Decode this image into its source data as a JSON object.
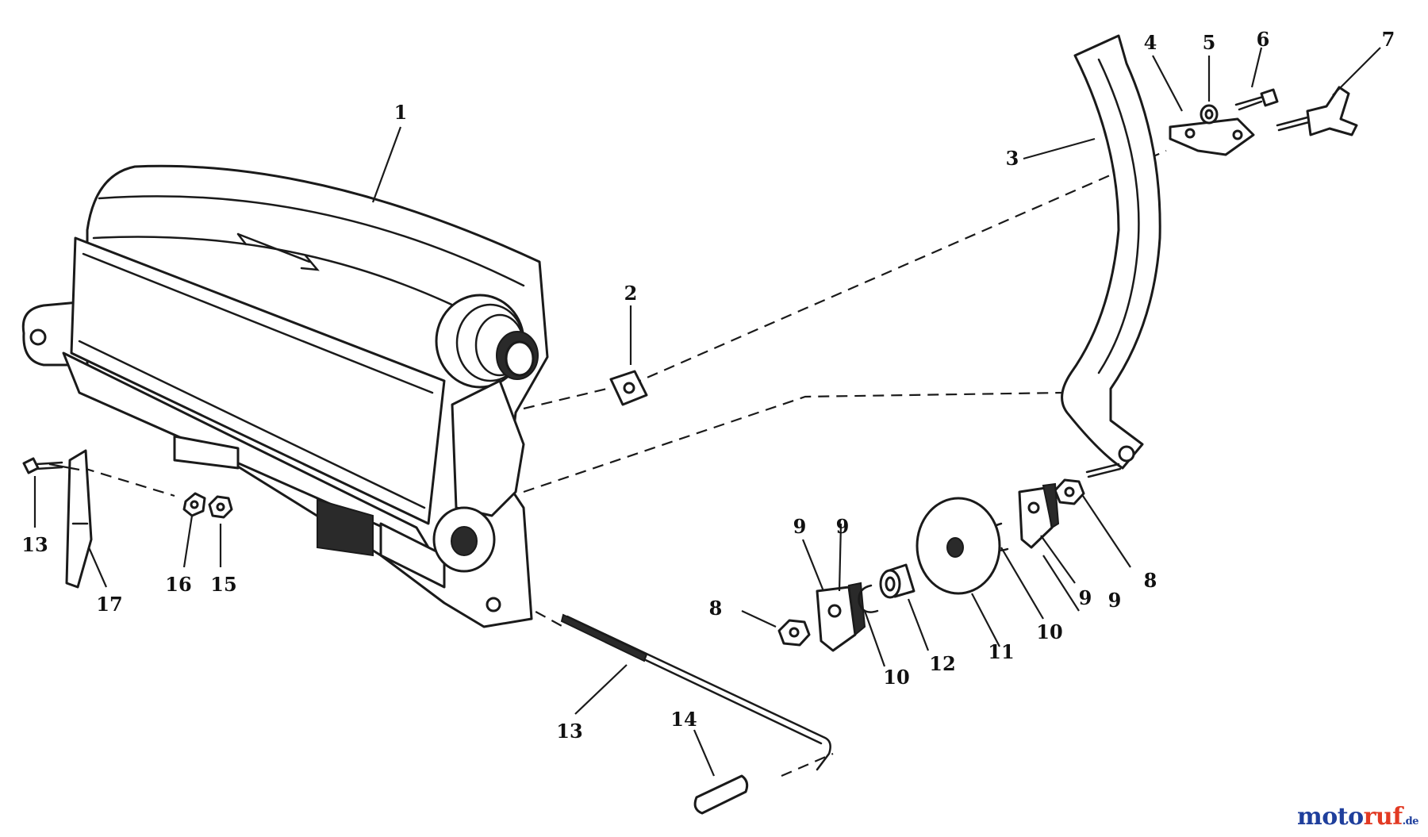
{
  "callouts": {
    "p1": "1",
    "p2": "2",
    "p3": "3",
    "p4": "4",
    "p5": "5",
    "p6": "6",
    "p7": "7",
    "p8a": "8",
    "p8b": "8",
    "p9a": "9",
    "p9b": "9",
    "p9c": "9",
    "p9d": "9",
    "p10a": "10",
    "p10b": "10",
    "p11": "11",
    "p12": "12",
    "p13a": "13",
    "p13b": "13",
    "p14": "14",
    "p15": "15",
    "p16": "16",
    "p17": "17"
  },
  "watermark": {
    "part1": "moto",
    "part2": "ruf",
    "part3": ".de"
  },
  "colors": {
    "line": "#1a1a1a",
    "watermark_blue": "#1f3f9c",
    "watermark_red": "#e23a23"
  }
}
